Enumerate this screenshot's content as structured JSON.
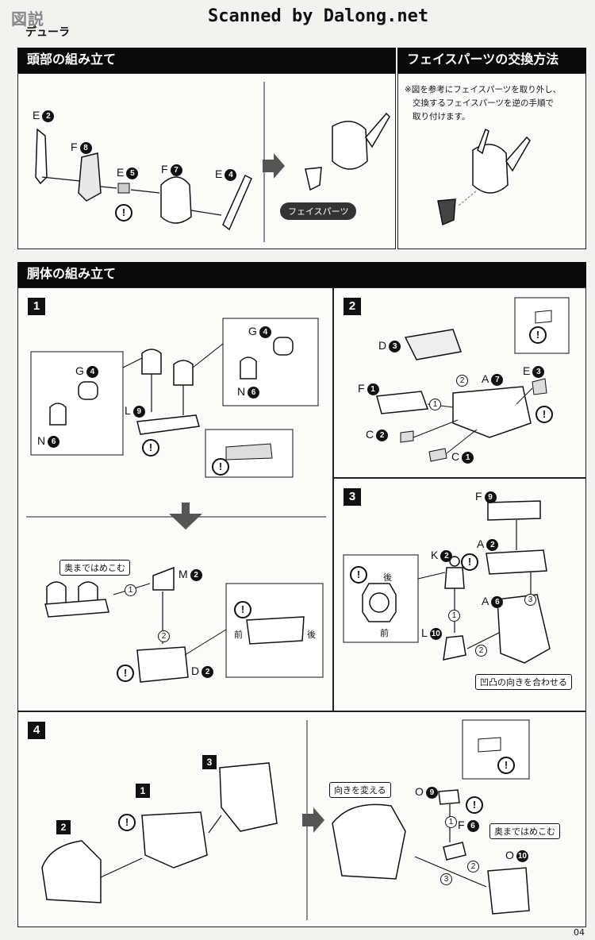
{
  "header": {
    "watermark": "Scanned by Dalong.net",
    "corner_text": "デューラ",
    "watermark_logo": "図説"
  },
  "head_section": {
    "title": "頭部の組み立て"
  },
  "face_section": {
    "title": "フェイスパーツの交換方法",
    "note_lines": [
      "※図を参考にフェイスパーツを取り外し、",
      "交換するフェイスパーツを逆の手順で",
      "取り付けます。"
    ],
    "face_tag": "フェイスパーツ"
  },
  "head_parts": {
    "e2": {
      "letter": "E",
      "num": "2"
    },
    "f8": {
      "letter": "F",
      "num": "8"
    },
    "e5": {
      "letter": "E",
      "num": "5"
    },
    "f7": {
      "letter": "F",
      "num": "7"
    },
    "e4": {
      "letter": "E",
      "num": "4"
    }
  },
  "torso_section": {
    "title": "胴体の組み立て"
  },
  "step1": {
    "num": "1",
    "g4": {
      "letter": "G",
      "num": "4"
    },
    "n6": {
      "letter": "N",
      "num": "6"
    },
    "l9": {
      "letter": "L",
      "num": "9"
    },
    "g4b": {
      "letter": "G",
      "num": "4"
    },
    "n6b": {
      "letter": "N",
      "num": "6"
    },
    "press_tag": "奥まではめこむ",
    "m2": {
      "letter": "M",
      "num": "2"
    },
    "d2": {
      "letter": "D",
      "num": "2"
    },
    "front": "前",
    "back": "後",
    "order1": "1",
    "order2": "2"
  },
  "step2": {
    "num": "2",
    "d3": {
      "letter": "D",
      "num": "3"
    },
    "f1": {
      "letter": "F",
      "num": "1"
    },
    "a7": {
      "letter": "A",
      "num": "7"
    },
    "e3": {
      "letter": "E",
      "num": "3"
    },
    "c2": {
      "letter": "C",
      "num": "2"
    },
    "c1": {
      "letter": "C",
      "num": "1"
    },
    "order1": "1",
    "order2": "2"
  },
  "step3": {
    "num": "3",
    "f9": {
      "letter": "F",
      "num": "9"
    },
    "k2": {
      "letter": "K",
      "num": "2"
    },
    "a2": {
      "letter": "A",
      "num": "2"
    },
    "a6": {
      "letter": "A",
      "num": "6"
    },
    "l10": {
      "letter": "L",
      "num": "10"
    },
    "back": "後",
    "front": "前",
    "align_tag": "凹凸の向きを合わせる",
    "order1": "1",
    "order2": "2",
    "order3": "3"
  },
  "step4": {
    "num": "4",
    "ref1": "1",
    "ref2": "2",
    "ref3": "3",
    "turn_tag": "向きを変える",
    "o9": {
      "letter": "O",
      "num": "9"
    },
    "f6": {
      "letter": "F",
      "num": "6"
    },
    "o10": {
      "letter": "O",
      "num": "10"
    },
    "press_tag": "奥まではめこむ",
    "order1": "1",
    "order2": "2",
    "order3": "3"
  },
  "page_number": "04",
  "warning_symbol": "!",
  "colors": {
    "bar": "#0a0a0a",
    "paper": "#f2f2f0",
    "arrow": "#555555"
  }
}
